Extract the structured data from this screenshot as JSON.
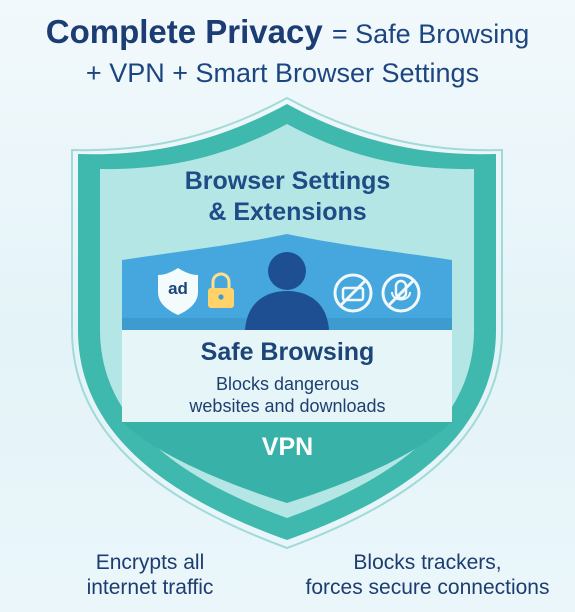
{
  "headline": {
    "strong": "Complete Privacy",
    "rest": "= Safe Browsing",
    "line2": "+ VPN + Smart Browser Settings"
  },
  "shield": {
    "layer_top": {
      "line1": "Browser Settings",
      "line2": "& Extensions"
    },
    "icons": [
      "ad-block-icon",
      "lock-icon",
      "user-icon",
      "no-tracking-icon",
      "no-microphone-icon"
    ],
    "ad_label": "ad",
    "safe_browsing": {
      "title": "Safe Browsing",
      "line1": "Blocks dangerous",
      "line2": "websites and downloads"
    },
    "vpn": {
      "title": "VPN"
    }
  },
  "captions": {
    "left": {
      "line1": "Encrypts all",
      "line2": "internet traffic"
    },
    "right": {
      "line1": "Blocks trackers,",
      "line2": "forces secure connections"
    }
  },
  "colors": {
    "shield_outer": "#3fb8ad",
    "shield_inner": "#b4e6e5",
    "band_blue": "#45a7dd",
    "band_light": "#e5f5f8",
    "vpn_teal": "#38b2a8",
    "text_navy": "#1d3f72"
  }
}
